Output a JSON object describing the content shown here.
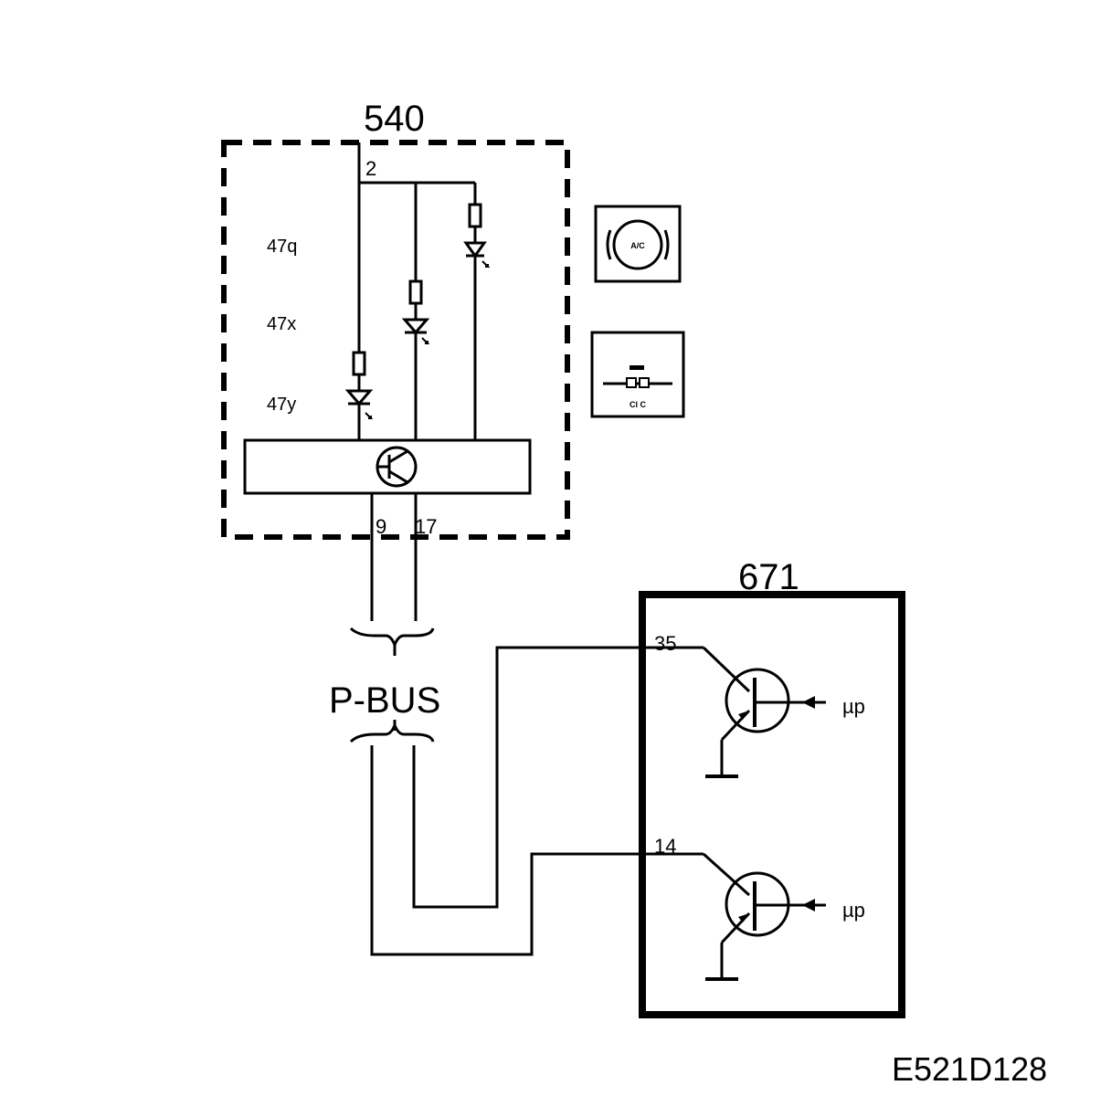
{
  "diagram": {
    "component_540": {
      "label": "540",
      "pin_top": "2",
      "led_labels": [
        "47q",
        "47x",
        "47y"
      ],
      "pin_bottom_left": "9",
      "pin_bottom_right": "17"
    },
    "bus": {
      "label": "P-BUS"
    },
    "component_671": {
      "label": "671",
      "pin_upper": "35",
      "pin_lower": "14",
      "signal_upper": "µp",
      "signal_lower": "µp"
    },
    "icons": {
      "acc_icon_text": "A/C",
      "recirc_icon_text": "Cl C"
    },
    "drawing_id": "E521D128"
  }
}
